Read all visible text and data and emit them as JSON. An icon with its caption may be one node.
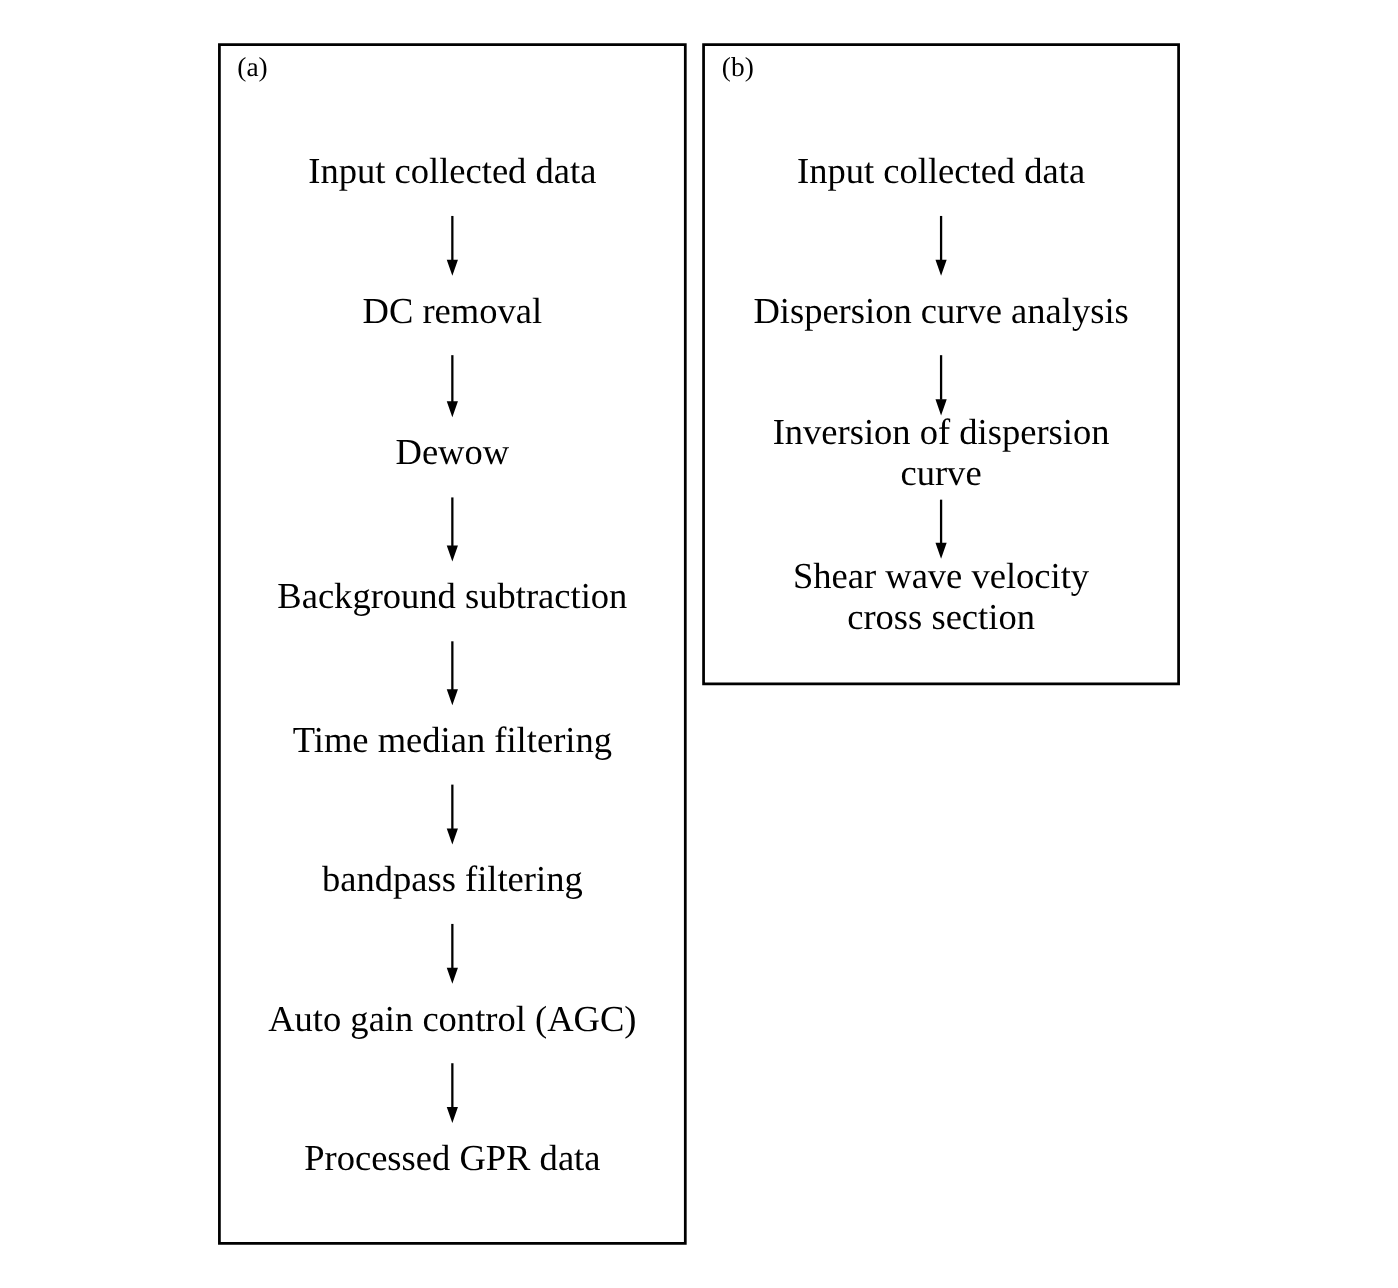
{
  "diagram": {
    "nodes": [
      {
        "text": [
          "(a)"
        ]
      },
      {
        "text": [
          "Input collected data"
        ],
        "in": 0
      },
      {
        "text": [
          "DC removal"
        ],
        "in": 0
      },
      {
        "text": [
          "Dewow"
        ],
        "in": 0
      },
      {
        "text": [
          "Background subtraction"
        ],
        "in": 0
      },
      {
        "text": [
          "Time median filtering"
        ],
        "in": 0
      },
      {
        "text": [
          "bandpass filtering"
        ],
        "in": 0
      },
      {
        "text": [
          "Auto gain control (AGC)"
        ],
        "in": 0
      },
      {
        "text": [
          "Processed GPR data"
        ],
        "in": 0
      },
      {
        "text": [
          "(b)"
        ]
      },
      {
        "text": [
          "Input collected data"
        ],
        "in": 9
      },
      {
        "text": [
          "Dispersion curve analysis"
        ],
        "in": 9
      },
      {
        "text": [
          "Inversion of dispersion curve"
        ],
        "in": 9
      },
      {
        "text": [
          "Shear wave velocity cross section"
        ],
        "in": 9
      }
    ],
    "edges": [
      {
        "from": 1,
        "to": 2,
        "arrow": "to"
      },
      {
        "from": 2,
        "to": 3,
        "arrow": "to"
      },
      {
        "from": 3,
        "to": 4,
        "arrow": "to"
      },
      {
        "from": 4,
        "to": 5,
        "arrow": "to"
      },
      {
        "from": 5,
        "to": 6,
        "arrow": "to"
      },
      {
        "from": 6,
        "to": 7,
        "arrow": "to"
      },
      {
        "from": 7,
        "to": 8,
        "arrow": "to"
      },
      {
        "from": 10,
        "to": 11,
        "arrow": "to"
      },
      {
        "from": 11,
        "to": 12,
        "arrow": "to"
      },
      {
        "from": 12,
        "to": 13,
        "arrow": "to"
      }
    ]
  }
}
